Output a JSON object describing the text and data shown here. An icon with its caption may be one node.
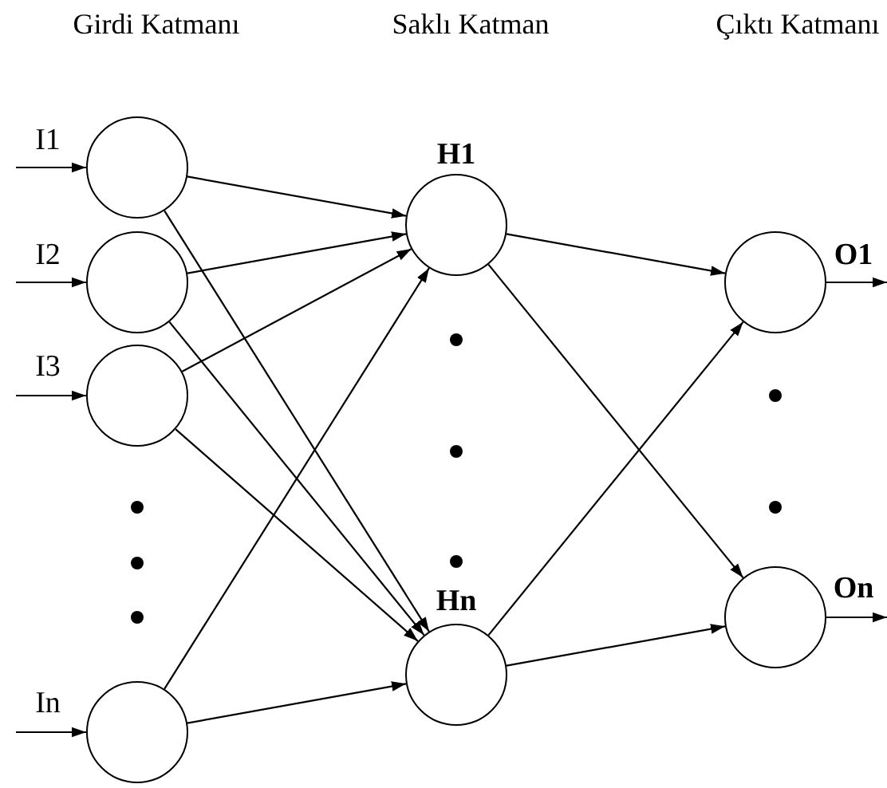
{
  "diagram": {
    "nodes": [
      {
        "text": [],
        "shape": "circle"
      },
      {
        "text": [],
        "shape": "circle"
      },
      {
        "text": [],
        "shape": "circle"
      },
      {
        "text": [],
        "shape": "circle"
      },
      {
        "text": [],
        "shape": "circle",
        "beside": [
          "H1"
        ]
      },
      {
        "text": [],
        "shape": "circle",
        "beside": [
          "Hn"
        ]
      },
      {
        "text": [],
        "shape": "circle"
      },
      {
        "text": [],
        "shape": "circle"
      }
    ],
    "edges": [
      {
        "from": null,
        "to": 0,
        "arrow": "to",
        "label": "I1"
      },
      {
        "from": null,
        "to": 1,
        "arrow": "to",
        "label": "I2"
      },
      {
        "from": null,
        "to": 2,
        "arrow": "to",
        "label": "I3"
      },
      {
        "from": null,
        "to": 3,
        "arrow": "to",
        "label": "In"
      },
      {
        "from": 0,
        "to": 4,
        "arrow": "to"
      },
      {
        "from": 0,
        "to": 5,
        "arrow": "to"
      },
      {
        "from": 1,
        "to": 4,
        "arrow": "to"
      },
      {
        "from": 1,
        "to": 5,
        "arrow": "to"
      },
      {
        "from": 2,
        "to": 4,
        "arrow": "to"
      },
      {
        "from": 2,
        "to": 5,
        "arrow": "to"
      },
      {
        "from": 3,
        "to": 4,
        "arrow": "to"
      },
      {
        "from": 3,
        "to": 5,
        "arrow": "to"
      },
      {
        "from": 4,
        "to": 6,
        "arrow": "to"
      },
      {
        "from": 4,
        "to": 7,
        "arrow": "to"
      },
      {
        "from": 5,
        "to": 6,
        "arrow": "to"
      },
      {
        "from": 5,
        "to": 7,
        "arrow": "to"
      },
      {
        "from": 6,
        "to": null,
        "arrow": "to",
        "label": "O1"
      },
      {
        "from": 7,
        "to": null,
        "arrow": "to",
        "label": "On"
      }
    ],
    "labels": [
      "Girdi Katmanı",
      "Saklı Katman",
      "Çıktı Katmanı"
    ]
  }
}
